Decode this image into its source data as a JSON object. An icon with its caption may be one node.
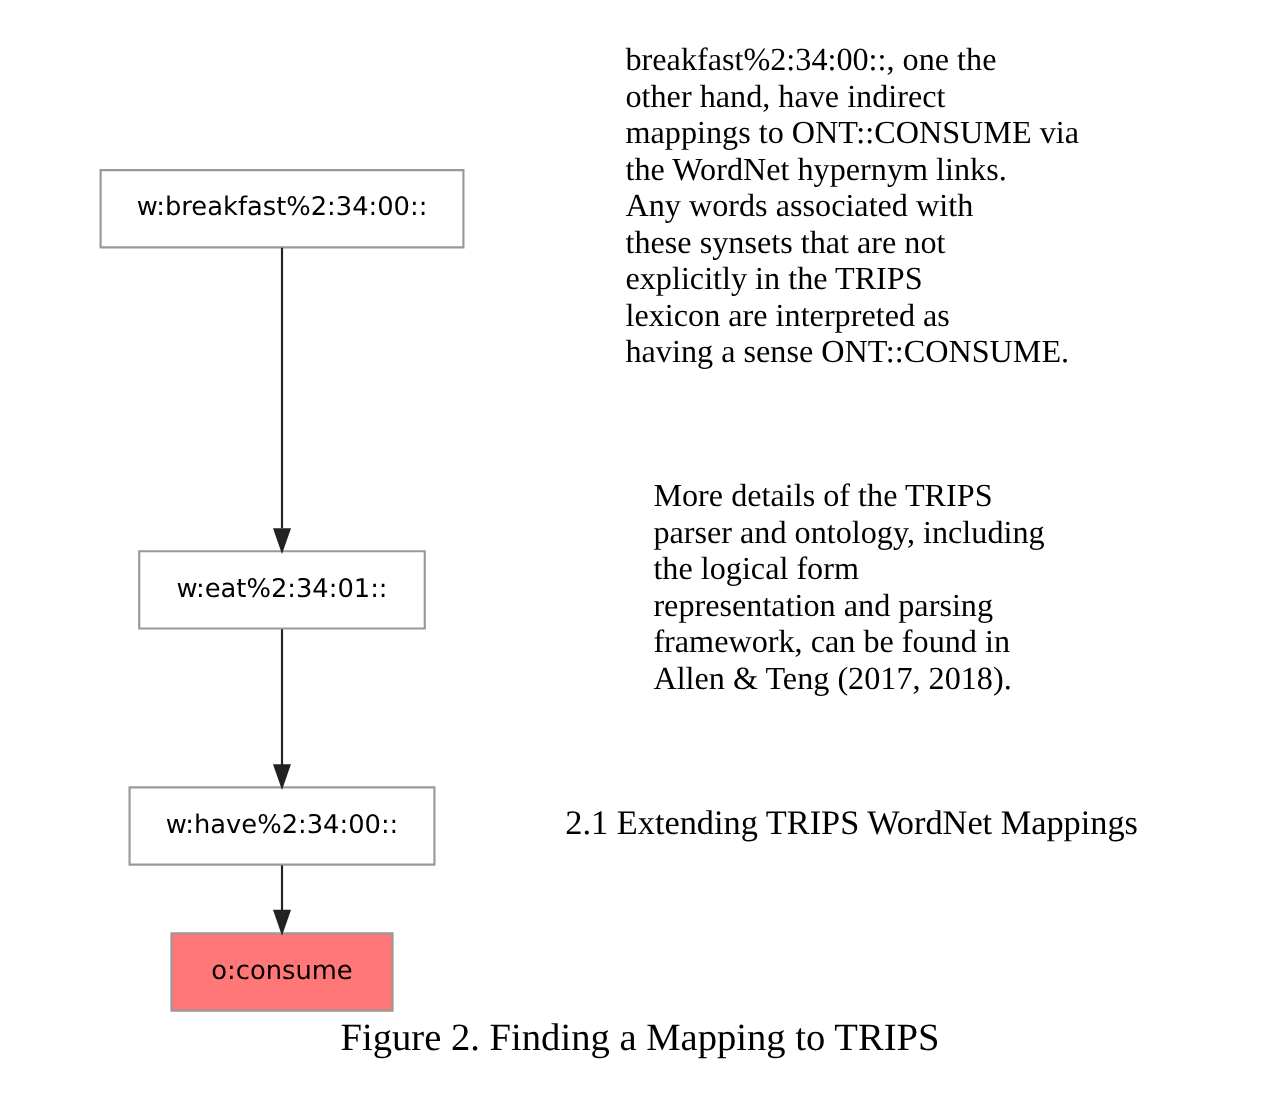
{
  "diagram": {
    "caption": "Figure 2. Finding a Mapping to TRIPS",
    "nodes": [
      {
        "text": [
          "w:breakfast%2:34:00::"
        ]
      },
      {
        "text": [
          "w:eat%2:34:01::"
        ]
      },
      {
        "text": [
          "w:have%2:34:00::"
        ]
      },
      {
        "text": [
          "o:consume"
        ]
      }
    ],
    "edges": [
      {
        "from": 0,
        "to": 1,
        "arrow": "to"
      },
      {
        "from": 1,
        "to": 2,
        "arrow": "to"
      },
      {
        "from": 2,
        "to": 3,
        "arrow": "to"
      }
    ],
    "labels": [
      "breakfast%2:34:00::, one the other hand, have indirect mappings to ONT::CONSUME via the WordNet hypernym links. Any words associated with these synsets that are not explicitly in the TRIPS lexicon are interpreted as having a sense ONT::CONSUME.",
      "More details of the TRIPS parser and ontology, including the logical form representation and parsing framework, can be found in Allen & Teng (2017, 2018).",
      "2.1 Extending TRIPS WordNet Mappings"
    ]
  }
}
